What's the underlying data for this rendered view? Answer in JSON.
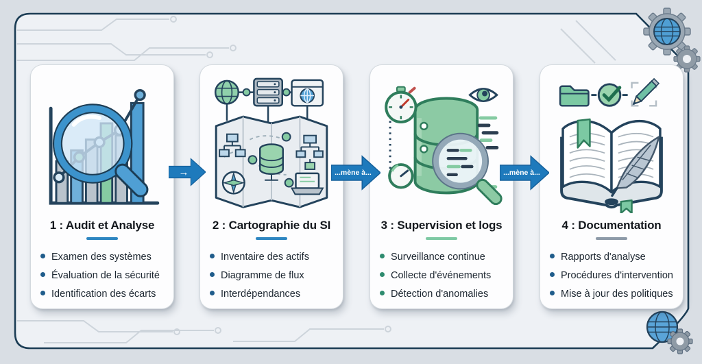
{
  "diagram": {
    "type": "process-flow",
    "language": "fr",
    "steps": [
      {
        "title": "1 : Audit et Analyse",
        "icon": "magnifier-chart-icon",
        "accent_color": "#2e86c1",
        "bullet_color": "#1f5c8b",
        "bullets": [
          "Examen des systèmes",
          "Évaluation de la sécurité",
          "Identification des écarts"
        ]
      },
      {
        "title": "2 : Cartographie du SI",
        "icon": "it-map-icon",
        "accent_color": "#2e86c1",
        "bullet_color": "#1f5c8b",
        "bullets": [
          "Inventaire des actifs",
          "Diagramme de flux",
          "Interdépendances"
        ]
      },
      {
        "title": "3 : Supervision et logs",
        "icon": "database-monitoring-icon",
        "accent_color": "#7ec9a4",
        "bullet_color": "#2e8b6e",
        "bullets": [
          "Surveillance continue",
          "Collecte d'événements",
          "Détection d'anomalies"
        ]
      },
      {
        "title": "4 : Documentation",
        "icon": "documentation-book-icon",
        "accent_color": "#8d9aa8",
        "bullet_color": "#1f5c8b",
        "bullets": [
          "Rapports d'analyse",
          "Procédures d'intervention",
          "Mise à jour des politiques"
        ]
      }
    ],
    "arrows": [
      {
        "label": "→"
      },
      {
        "label": "...mène à..."
      },
      {
        "label": "...mène à..."
      }
    ],
    "decorations": {
      "top_right_icon": "gear-globe-icon",
      "bottom_right_icon": "globe-gear-icon",
      "background_motif": "circuit-traces"
    },
    "colors": {
      "page_background": "#d9dee4",
      "frame_fill": "#eef1f5",
      "frame_border": "#1c3d55",
      "card_background": "#fdfdfe",
      "arrow_blue": "#1e7abc",
      "accent_blue": "#2e86c1",
      "accent_green": "#7ec9a4",
      "accent_slate": "#8d9aa8",
      "title_text": "#14181d",
      "body_text": "#1c2630"
    }
  }
}
